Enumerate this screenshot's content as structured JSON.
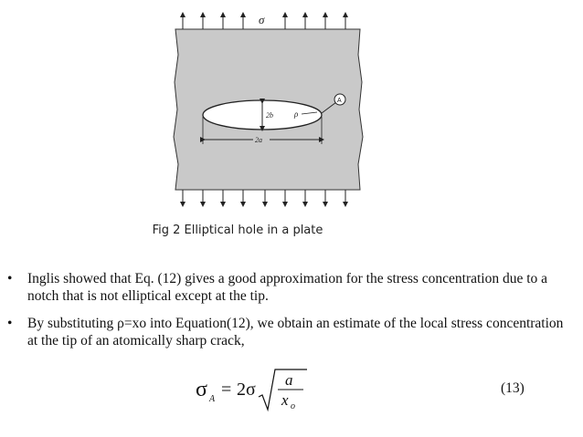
{
  "figure": {
    "sigma_label": "σ",
    "height_label": "2b",
    "rho_label": "ρ",
    "point_label": "A",
    "width_label": "2a"
  },
  "caption": "Fig 2 Elliptical hole in a plate",
  "bullets": [
    {
      "marker": "•",
      "text": "Inglis showed that Eq. (12) gives a good approximation for the stress concentration due to a notch that is not elliptical except at the tip."
    },
    {
      "marker": "•",
      "text": "By substituting ρ=xo into Equation(12), we obtain an estimate of the local stress concentration at the tip of an atomically sharp crack,"
    }
  ],
  "equation": {
    "lhs_symbol": "σ",
    "lhs_subscript": "A",
    "equals": "=",
    "coefficient": "2σ",
    "numerator": "a",
    "denominator": "x",
    "denominator_subscript": "o",
    "number": "(13)"
  }
}
